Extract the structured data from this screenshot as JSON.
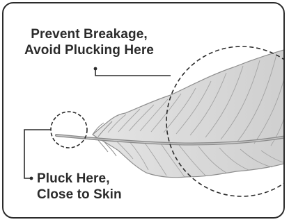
{
  "callouts": {
    "top": {
      "line1": "Prevent Breakage,",
      "line2": "Avoid Plucking Here"
    },
    "bottom": {
      "line1": "Pluck Here,",
      "line2": "Close to Skin"
    }
  },
  "colors": {
    "ink": "#2b2b2b",
    "feather_fill": "#d4d4d4",
    "feather_stroke": "#8e8e8e",
    "shaft": "#8a8a8a"
  }
}
